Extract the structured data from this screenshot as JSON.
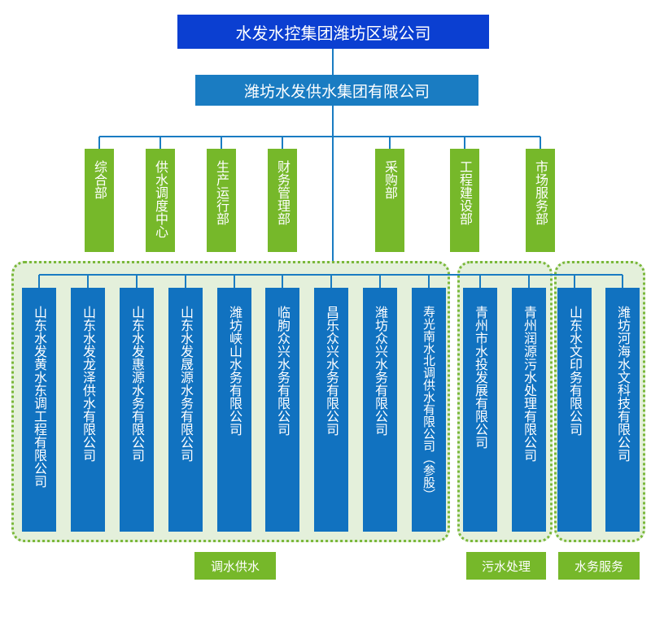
{
  "top_org": "水发水控集团潍坊区域公司",
  "sub_org": "潍坊水发供水集团有限公司",
  "departments": [
    "综合部",
    "供水调度中心",
    "生产运行部",
    "财务管理部",
    "采购部",
    "工程建设部",
    "市场服务部"
  ],
  "groups": [
    {
      "label": "调水供水",
      "companies": [
        "山东水发黄水东调工程有限公司",
        "山东水发龙泽供水有限公司",
        "山东水发惠源水务有限公司",
        "山东水发晟源水务有限公司",
        "潍坊峡山水务有限公司",
        "临朐众兴水务有限公司",
        "昌乐众兴水务有限公司",
        "潍坊众兴水务有限公司",
        "寿光南水北调供水有限公司（参股）"
      ]
    },
    {
      "label": "污水处理",
      "companies": [
        "青州市水投发展有限公司",
        "青州润源污水处理有限公司"
      ]
    },
    {
      "label": "水务服务",
      "companies": [
        "山东水文印务有限公司",
        "潍坊河海水文科技有限公司"
      ]
    }
  ],
  "colors": {
    "top": "#0b3fd1",
    "sub": "#1a7cc2",
    "dept": "#76b82a",
    "company": "#1172c0",
    "group_bg": "#e4f0db",
    "group_border": "#7ab83a",
    "line": "#1a7cc2"
  }
}
